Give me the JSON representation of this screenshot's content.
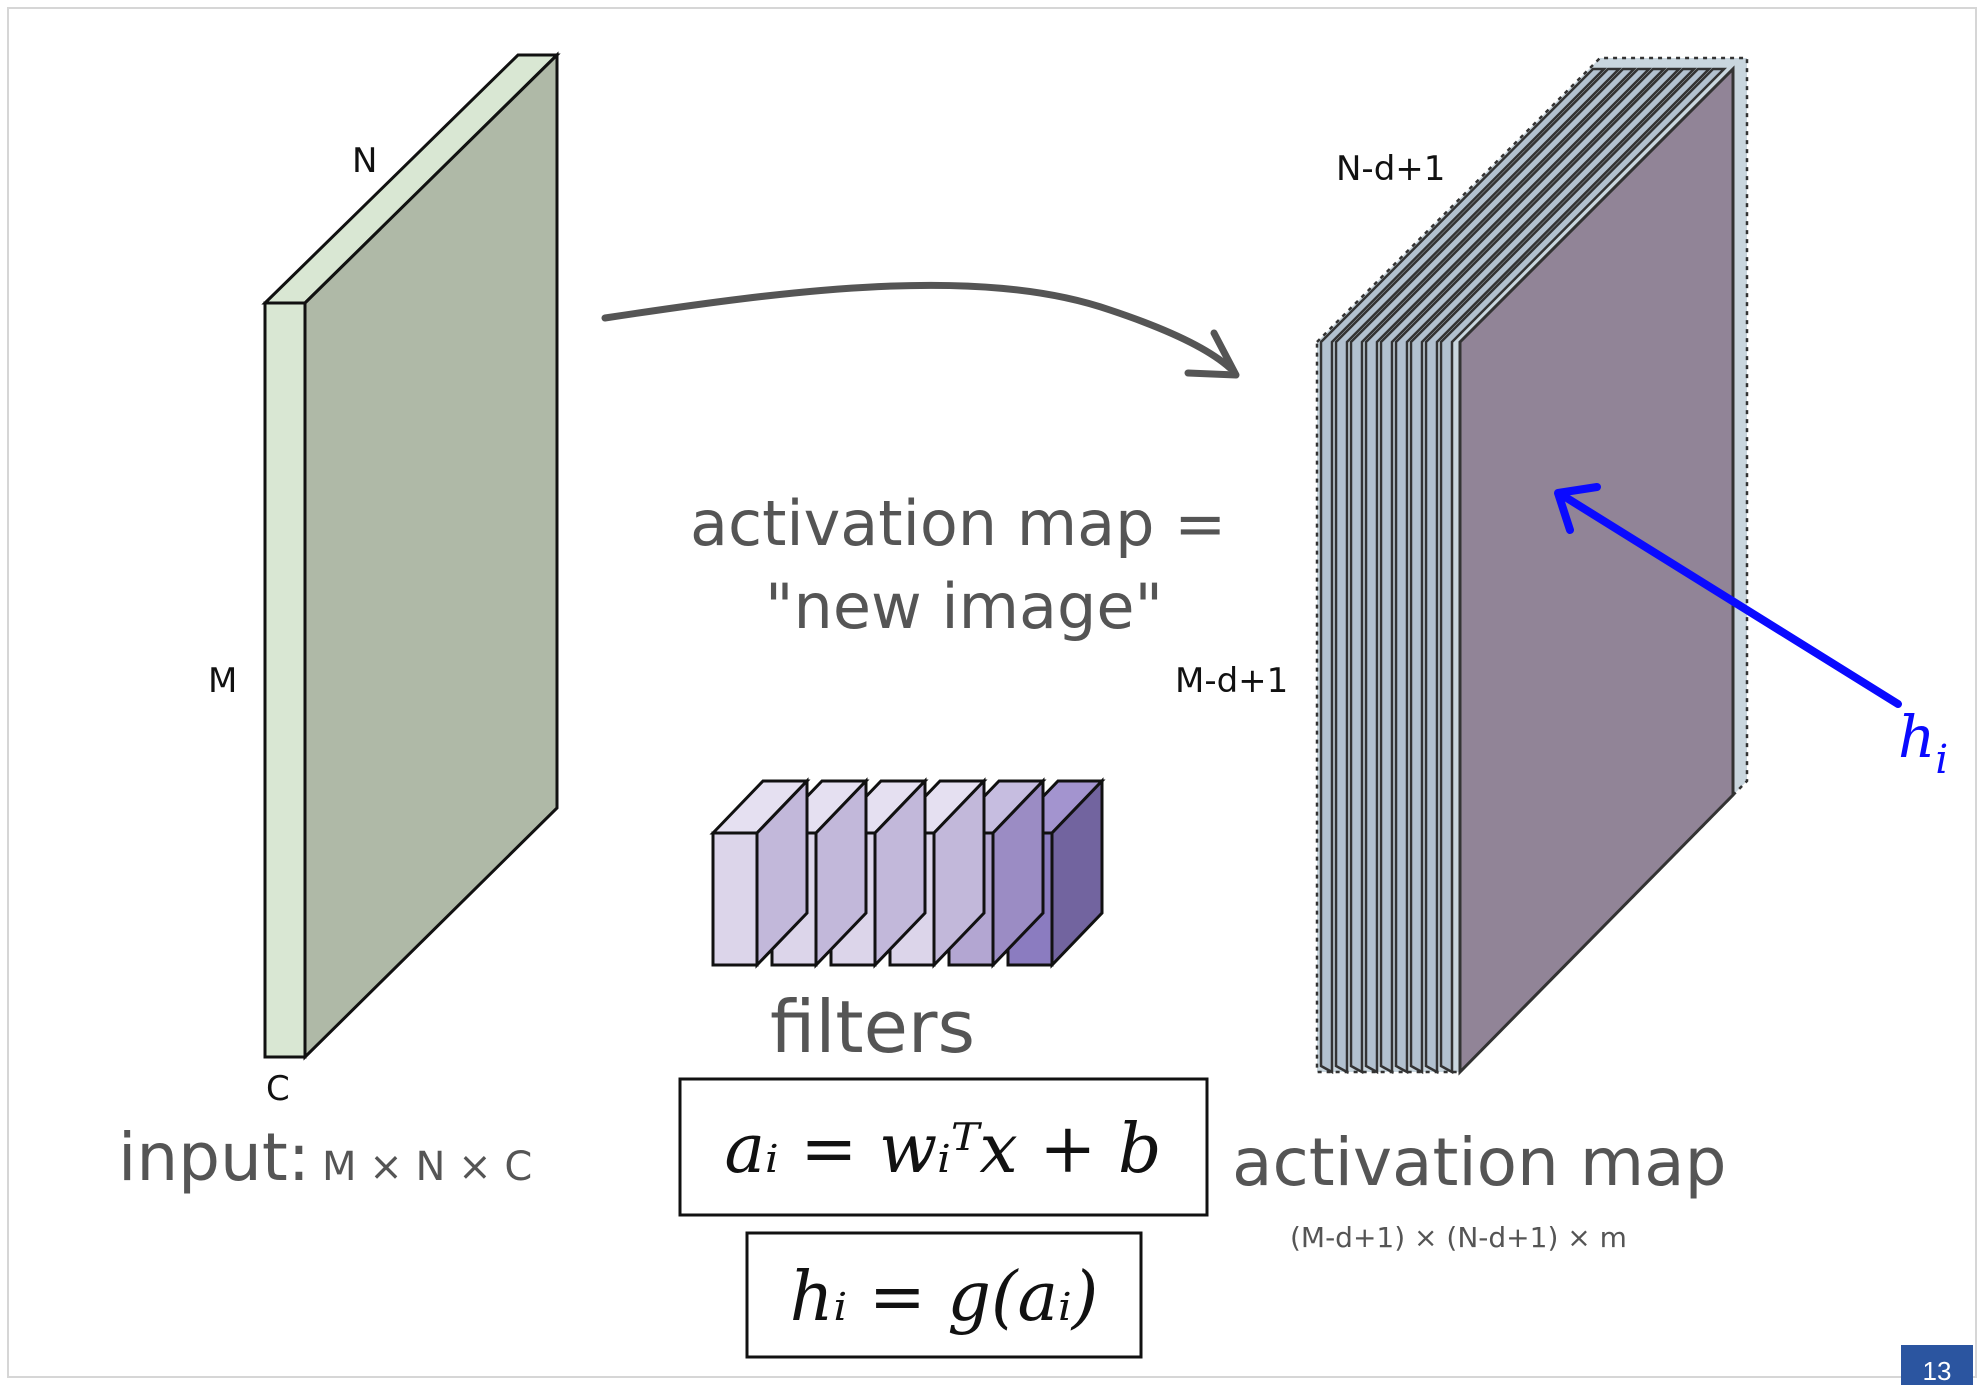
{
  "input": {
    "dim_n": "N",
    "dim_m": "M",
    "dim_c": "C",
    "caption": "input:",
    "size": "M × N × C"
  },
  "center": {
    "line1": "activation map =",
    "line2": "\"new image\"",
    "filters_label": "filters"
  },
  "output": {
    "dim_top": "N-d+1",
    "dim_side": "M-d+1",
    "caption": "activation map",
    "size": "(M-d+1) × (N-d+1) × m",
    "pointer_label": "h",
    "pointer_sub": "i"
  },
  "formulas": {
    "activation": "aᵢ = wᵢᵀx + b",
    "hidden": "hᵢ = g(aᵢ)"
  },
  "colors": {
    "input_front": "#d9e7d3",
    "input_side": "#afb9a7",
    "stack_layer": "#b2c1cf",
    "stack_face": "#918497",
    "pointer": "#0a0aff",
    "filter_light": "#dcd5ea",
    "filter_mid": "#b3a6d2",
    "filter_dark": "#8b7cc0",
    "page_badge": "#2b55a0"
  },
  "filters": {
    "count": 6
  },
  "page": {
    "number": "13"
  }
}
